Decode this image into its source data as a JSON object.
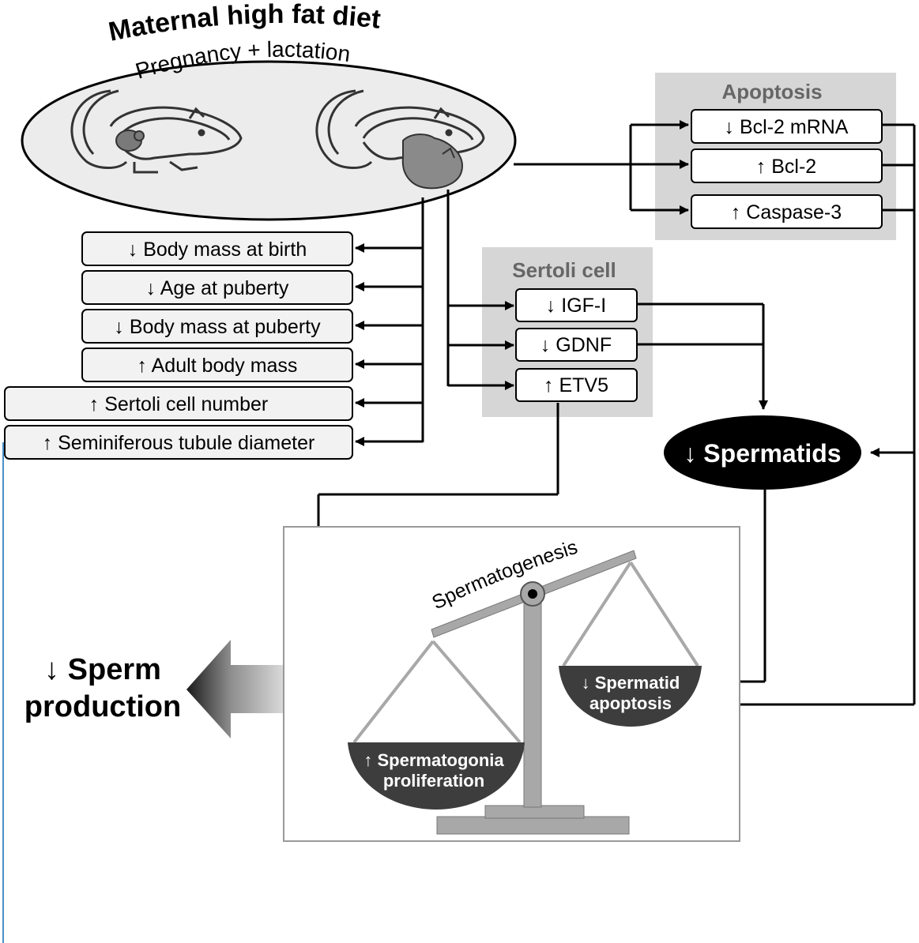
{
  "title": "Maternal high fat diet",
  "subtitle": "Pregnancy + lactation",
  "outcomes": [
    "↓ Body mass at birth",
    "↓ Age at puberty",
    "↓ Body mass at puberty",
    "↑ Adult body mass",
    "↑ Sertoli cell number",
    "↑ Seminiferous tubule diameter"
  ],
  "sertoli": {
    "title": "Sertoli cell",
    "items": [
      "↓ IGF-I",
      "↓ GDNF",
      "↑ ETV5"
    ]
  },
  "apoptosis": {
    "title": "Apoptosis",
    "items": [
      "↓ Bcl-2 mRNA",
      "↑ Bcl-2",
      "↑ Caspase-3"
    ]
  },
  "spermatids": "↓ Spermatids",
  "scale": {
    "beam_label": "Spermatogenesis",
    "left_pan": [
      "↑ Spermatogonia",
      "proliferation"
    ],
    "right_pan": [
      "↓ Spermatid",
      "apoptosis"
    ]
  },
  "result": [
    "↓ Sperm",
    "production"
  ],
  "colors": {
    "panel_gray": "#d6d6d6",
    "box_fill": "#f2f2f2",
    "pan_fill": "#3d3d3d",
    "scale_gray": "#a8a8a8",
    "ellipse_fill": "#ececec"
  }
}
